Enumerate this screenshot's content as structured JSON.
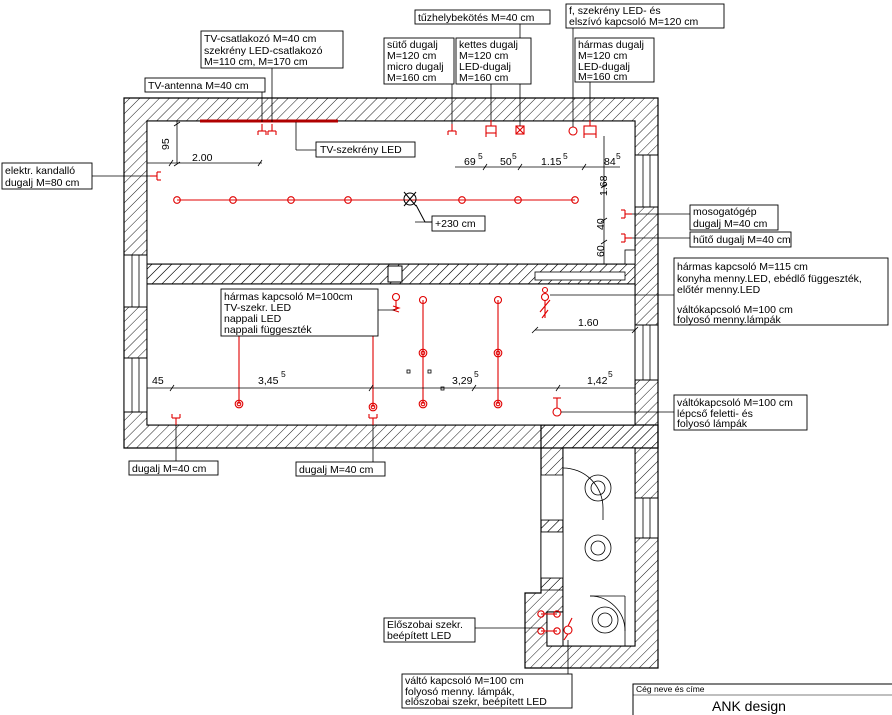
{
  "labels": {
    "tv_antenna": [
      "TV-antenna M=40 cm"
    ],
    "tv_socket": [
      "TV-csatlakozó M=40 cm",
      "szekrény LED-csatlakozó",
      "M=110 cm, M=170 cm"
    ],
    "tv_cabinet_led": [
      "TV-szekrény LED"
    ],
    "fireplace_socket": [
      "elektr. kandalló",
      "dugalj M=80 cm"
    ],
    "stove_connection": [
      "tűzhelybekötés M=40 cm"
    ],
    "oven_socket": [
      "sütő dugalj",
      "M=120 cm",
      "micro dugalj",
      "M=160 cm"
    ],
    "double_socket": [
      "kettes dugalj",
      "M=120 cm",
      "LED-dugalj",
      "M=160 cm"
    ],
    "cabinet_led_switch": [
      "f, szekrény LED- és",
      "elszívó kapcsoló M=120 cm"
    ],
    "triple_socket": [
      "hármas dugalj",
      "M=120 cm",
      "LED-dugalj",
      "M=160 cm"
    ],
    "ceiling_light": [
      "+230 cm"
    ],
    "dishwasher": [
      "mosogatógép",
      "dugalj M=40 cm"
    ],
    "fridge": [
      "hűtő dugalj M=40 cm"
    ],
    "triple_switch_115": [
      "hármas kapcsoló M=115 cm",
      "konyha menny.LED, ebédlő függeszték,",
      "előtér menny.LED",
      "",
      "váltókapcsoló M=100 cm",
      "folyosó menny.lámpák"
    ],
    "triple_switch_100": [
      "hármas kapcsoló M=100cm",
      "TV-szekr. LED",
      "nappali LED",
      "nappali függeszték"
    ],
    "socket_1": [
      "dugalj M=40 cm"
    ],
    "socket_2": [
      "dugalj M=40 cm"
    ],
    "stair_switch": [
      "váltókapcsoló M=100 cm",
      "lépcső feletti- és",
      "folyosó lámpák"
    ],
    "hall_cabinet": [
      "Előszobai szekr.",
      "beépített LED"
    ],
    "hall_switch": [
      "váltó kapcsoló M=100 cm",
      "folyosó menny. lámpák,",
      "előszobai szekr, beépített LED"
    ]
  },
  "dimensions": {
    "d95": "95",
    "d200": "2.00",
    "d69": "69",
    "d69_sup": "5",
    "d50": "50",
    "d50_sup": "5",
    "d115": "1.15",
    "d115_sup": "5",
    "d84": "84",
    "d84_sup": "5",
    "d168": "1.68",
    "d40": "40",
    "d60": "60",
    "d160": "1.60",
    "d45": "45",
    "d345": "3,45",
    "d345_sup": "5",
    "d329": "3,29",
    "d329_sup": "5",
    "d142": "1,42",
    "d142_sup": "5"
  },
  "title_block": {
    "caption": "Cég neve és címe",
    "company": "ANK design"
  },
  "colors": {
    "wall": "#000000",
    "electrical": "#e00000",
    "tv_cabinet": "#b00000"
  }
}
